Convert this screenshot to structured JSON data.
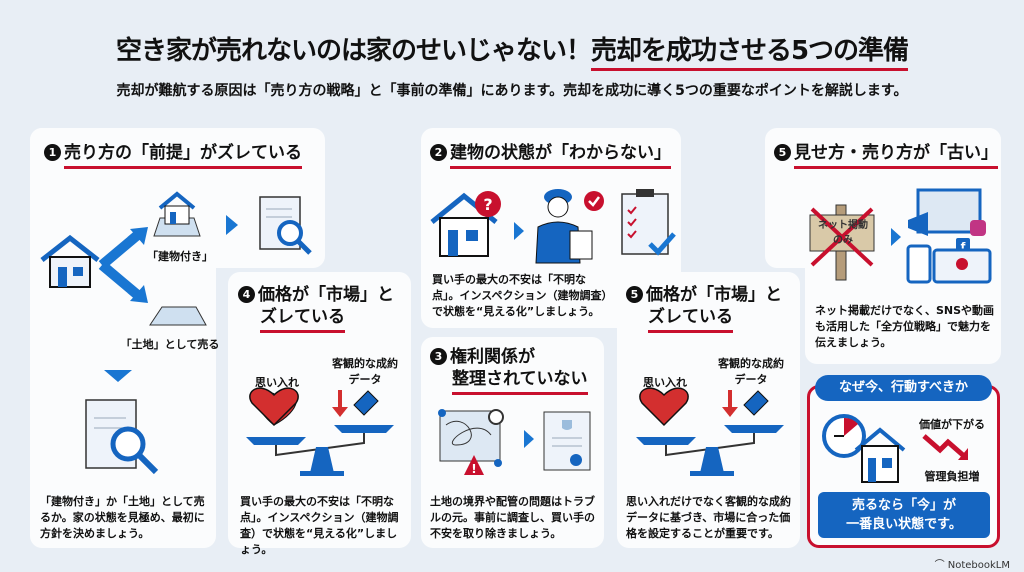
{
  "header": {
    "title_part1": "空き家が売れないのは家のせいじゃない！",
    "title_part2": "売却を成功させる5つの準備",
    "subtitle": "売却が難航する原因は「売り方の戦略」と「事前の準備」にあります。売却を成功に導く5つの重要なポイントを解説します。"
  },
  "cards": [
    {
      "num": "1",
      "title": "売り方の「前提」がズレている",
      "label_building": "「建物付き」",
      "label_land": "「土地」として売る",
      "body": "「建物付き」か「土地」として売るか。家の状態を見極め、最初に方針を決めましょう。"
    },
    {
      "num": "2",
      "title": "建物の状態が「わからない」",
      "body": "買い手の最大の不安は「不明な点」。インスペクション（建物調査）で状態を“見える化”しましょう。"
    },
    {
      "num": "3",
      "title_line1": "権利関係が",
      "title_line2": "整理されていない",
      "body": "土地の境界や配管の問題はトラブルの元。事前に調査し、買い手の不安を取り除きましょう。"
    },
    {
      "num": "4",
      "title_line1": "価格が「市場」と",
      "title_line2": "ズレている",
      "label_heart": "思い入れ",
      "label_data": "客観的な成約データ",
      "body": "買い手の最大の不安は「不明な点」。インスペクション（建物調査）で状態を“見える化”しましょう。"
    },
    {
      "num": "5",
      "title_line1": "価格が「市場」と",
      "title_line2": "ズレている",
      "label_heart": "思い入れ",
      "label_data": "客観的な成約データ",
      "body": "思い入れだけでなく客観的な成約データに基づき、市場に合った価格を設定することが重要です。"
    },
    {
      "num": "5",
      "title": "見せ方・売り方が「古い」",
      "sign_text": "ネット掲動のみ",
      "body": "ネット掲載だけでなく、SNSや動画も活用した「全方位戦略」で魅力を伝えましょう。"
    }
  ],
  "why_now": {
    "title": "なぜ今、行動すべきか",
    "value_down": "価値が下がる",
    "cost_up": "管理負担増",
    "cta_line1": "売るなら「今」が",
    "cta_line2": "一番良い状態です。"
  },
  "brand": "NotebookLM",
  "colors": {
    "accent_blue": "#1565c0",
    "accent_red": "#c8102e",
    "background": "#e8eef5"
  }
}
